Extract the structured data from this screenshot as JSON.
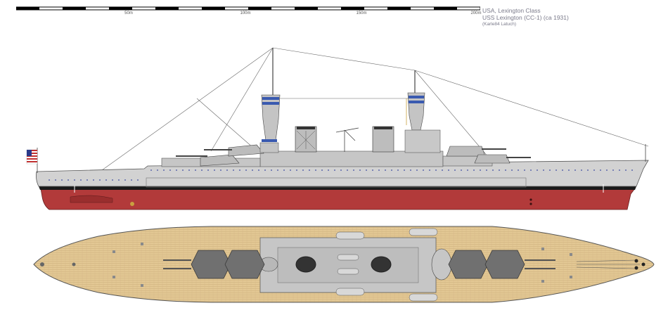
{
  "scale": {
    "ticks": [
      "50m",
      "100m",
      "150m",
      "200m"
    ]
  },
  "caption": {
    "line1": "USA, Lexington Class",
    "line2": "USS Lexington (CC-1) (ca 1931)",
    "line3": "(Karle84  Latuch)"
  },
  "colors": {
    "hull_upper": "#cfcfcf",
    "hull_lower": "#b23a3a",
    "boot_topping": "#1a1a1a",
    "deck": "#e3c894",
    "superstructure": "#c4c4c4",
    "turret": "#707070",
    "flag_stars": "#2a3a8a",
    "flag_stripes": "#c03030"
  }
}
